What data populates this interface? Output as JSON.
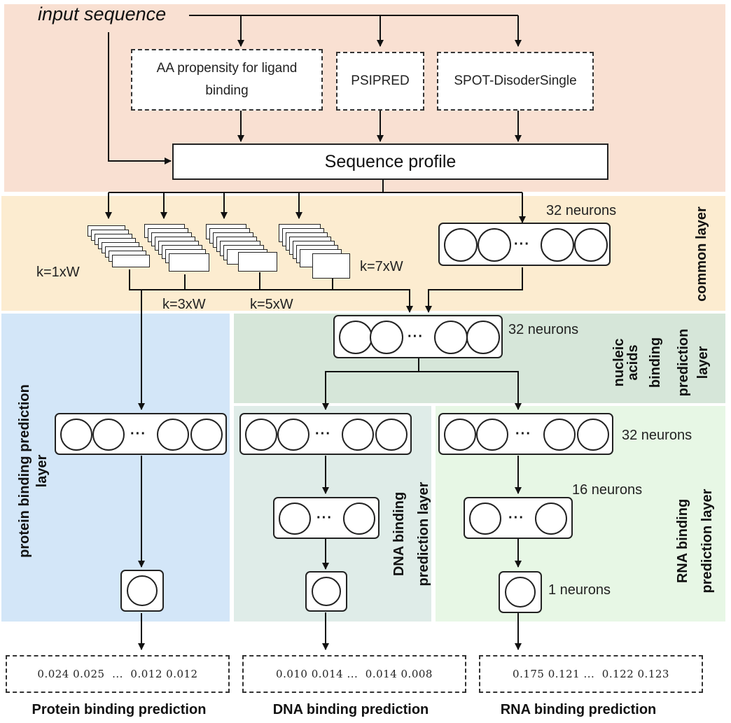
{
  "input": {
    "label": "input sequence"
  },
  "features": {
    "aa_line1": "AA propensity for ligand",
    "aa_line2": "binding",
    "psipred": "PSIPRED",
    "spot": "SPOT-DisoderSingle"
  },
  "sequence_profile": "Sequence profile",
  "common_layer": {
    "label": "common layer",
    "neurons": "32 neurons",
    "kernels": [
      "k=1xW",
      "k=3xW",
      "k=5xW",
      "k=7xW"
    ],
    "dots": "···"
  },
  "nucleic_layer": {
    "label_lines": [
      "nucleic",
      "acids",
      "binding",
      "prediction",
      "layer"
    ],
    "neurons": "32 neurons"
  },
  "protein_layer": {
    "label_lines": [
      "protein binding prediction",
      "layer"
    ]
  },
  "dna_layer": {
    "label_lines": [
      "DNA binding",
      "prediction layer"
    ]
  },
  "rna_layer": {
    "label_lines": [
      "RNA binding",
      "prediction layer"
    ],
    "neurons_32": "32 neurons",
    "neurons_16": "16 neurons",
    "neurons_1": "1 neurons"
  },
  "outputs": {
    "protein_values": "0.024 0.025  ...  0.012 0.012",
    "dna_values": "0.010 0.014 ...  0.014 0.008",
    "rna_values": "0.175 0.121 ...  0.122 0.123",
    "protein_title": "Protein binding prediction",
    "dna_title": "DNA binding prediction",
    "rna_title": "RNA binding prediction"
  },
  "colors": {
    "top_panel": "#f9e0d2",
    "common_panel": "#fcecd0",
    "protein_panel": "#d3e6f8",
    "nucleic_panel": "#d6e6d9",
    "dna_panel": "#dfece8",
    "rna_panel": "#e7f7e5"
  }
}
